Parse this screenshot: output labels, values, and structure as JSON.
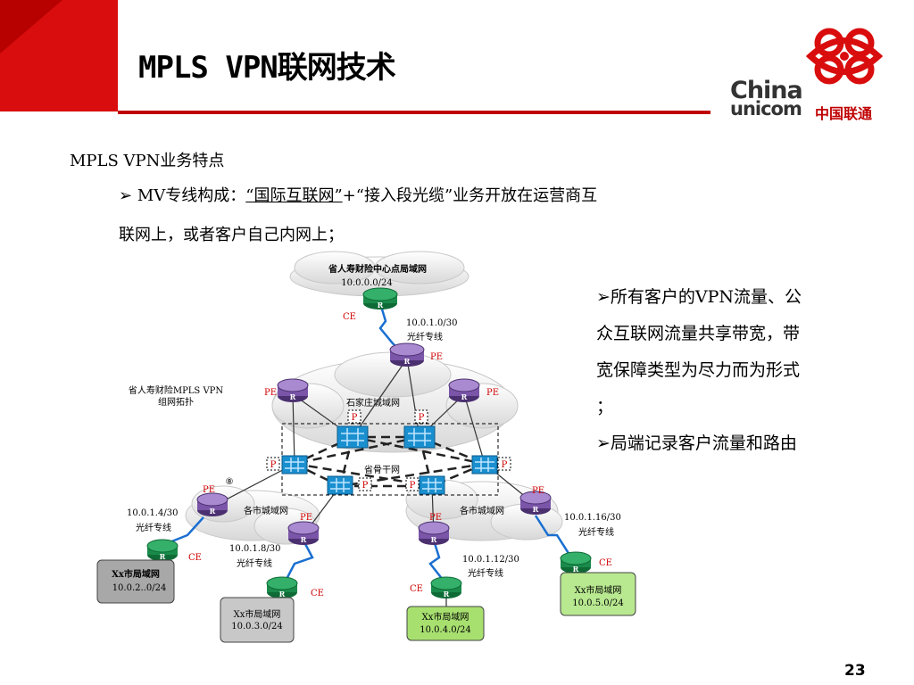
{
  "slide": {
    "title": "MPLS VPN联网技术",
    "heading": "MPLS VPN业务特点",
    "bullet_marker": "➢",
    "bullet_prefix": " MV专线构成：",
    "bullet_underlined": "“国际互联网”",
    "bullet_suffix": "+“接入段光缆”业务开放在运营商互",
    "bullet_line2": "联网上，或者客户自己内网上；",
    "side_bullets": [
      "➢所有客户的VPN流量、公众互联网流量共享带宽，带宽保障类型为尽力而为形式 ；",
      "➢局端记录客户流量和路由"
    ],
    "page_number": "23"
  },
  "logo": {
    "china": "China",
    "unicom": "unicom",
    "cn_name": "中国联通",
    "brand_color": "#d90d0d"
  },
  "diagram": {
    "top_cloud": {
      "name": "省人寿财险中心点局域网",
      "subnet": "10.0.0.0/24"
    },
    "topology_caption": [
      "省人寿财险MPLS VPN",
      "组网拓扑"
    ],
    "city_cloud": "石家庄城域网",
    "backbone": "省骨干网",
    "regional_left": "各市城域网",
    "regional_right": "各市城域网",
    "circled": "⑧",
    "router_glyph": "R",
    "labels": {
      "pe": "PE",
      "ce": "CE",
      "p": "P",
      "fiber": "光纤专线"
    },
    "links": {
      "top": "10.0.1.0/30",
      "left": "10.0.1.4/30",
      "mid_left": "10.0.1.8/30",
      "mid_right": "10.0.1.12/30",
      "right": "10.0.1.16/30"
    },
    "branches": [
      {
        "name": "Xx市局域网",
        "subnet": "10.0.2..0/24"
      },
      {
        "name": "Xx市局域网",
        "subnet": "10.0.3.0/24"
      },
      {
        "name": "Xx市局域网",
        "subnet": "10.0.4.0/24"
      },
      {
        "name": "Xx市局域网",
        "subnet": "10.0.5.0/24"
      }
    ]
  },
  "colors": {
    "accent_red": "#c00000",
    "pe_router": "#7a55a8",
    "ce_router": "#1a8a4a",
    "p_router": "#1a8fcf",
    "link_blue": "#1a6fd0"
  }
}
